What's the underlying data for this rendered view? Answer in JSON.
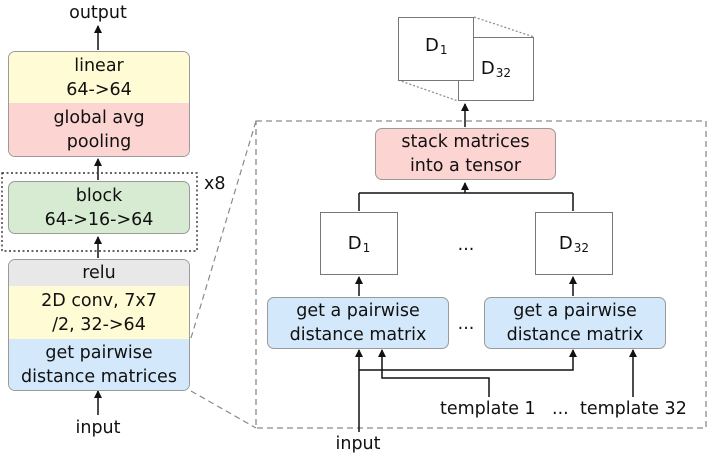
{
  "left": {
    "output_label": "output",
    "linear": [
      "linear",
      "64->64"
    ],
    "pooling": [
      "global avg",
      "pooling"
    ],
    "block": [
      "block",
      "64->16->64"
    ],
    "repeat": "x8",
    "relu": "relu",
    "conv": [
      "2D conv, 7x7",
      "/2, 32->64"
    ],
    "pairwise": [
      "get pairwise",
      "distance matrices"
    ],
    "input_label": "input"
  },
  "right": {
    "tensor_d1": "D",
    "tensor_d1_sub": "1",
    "tensor_d32": "D",
    "tensor_d32_sub": "32",
    "stack": [
      "stack matrices",
      "into a tensor"
    ],
    "matrix_left": "D",
    "matrix_left_sub": "1",
    "ellipsis_mid": "...",
    "matrix_right": "D",
    "matrix_right_sub": "32",
    "pairwise_left": [
      "get a pairwise",
      "distance matrix"
    ],
    "ellipsis_pairwise": "...",
    "pairwise_right": [
      "get a pairwise",
      "distance matrix"
    ],
    "template_1": "template 1",
    "template_ellipsis": "...",
    "template_32": "template 32",
    "input_label": "input"
  },
  "colors": {
    "yellow": "#fffbd4",
    "red": "#fcd4d2",
    "green": "#d6ebd1",
    "gray": "#e8e8e8",
    "blue": "#d3e8fb",
    "border": "#9a9a9a",
    "line": "#111111",
    "dashed": "#8a8a8a"
  }
}
